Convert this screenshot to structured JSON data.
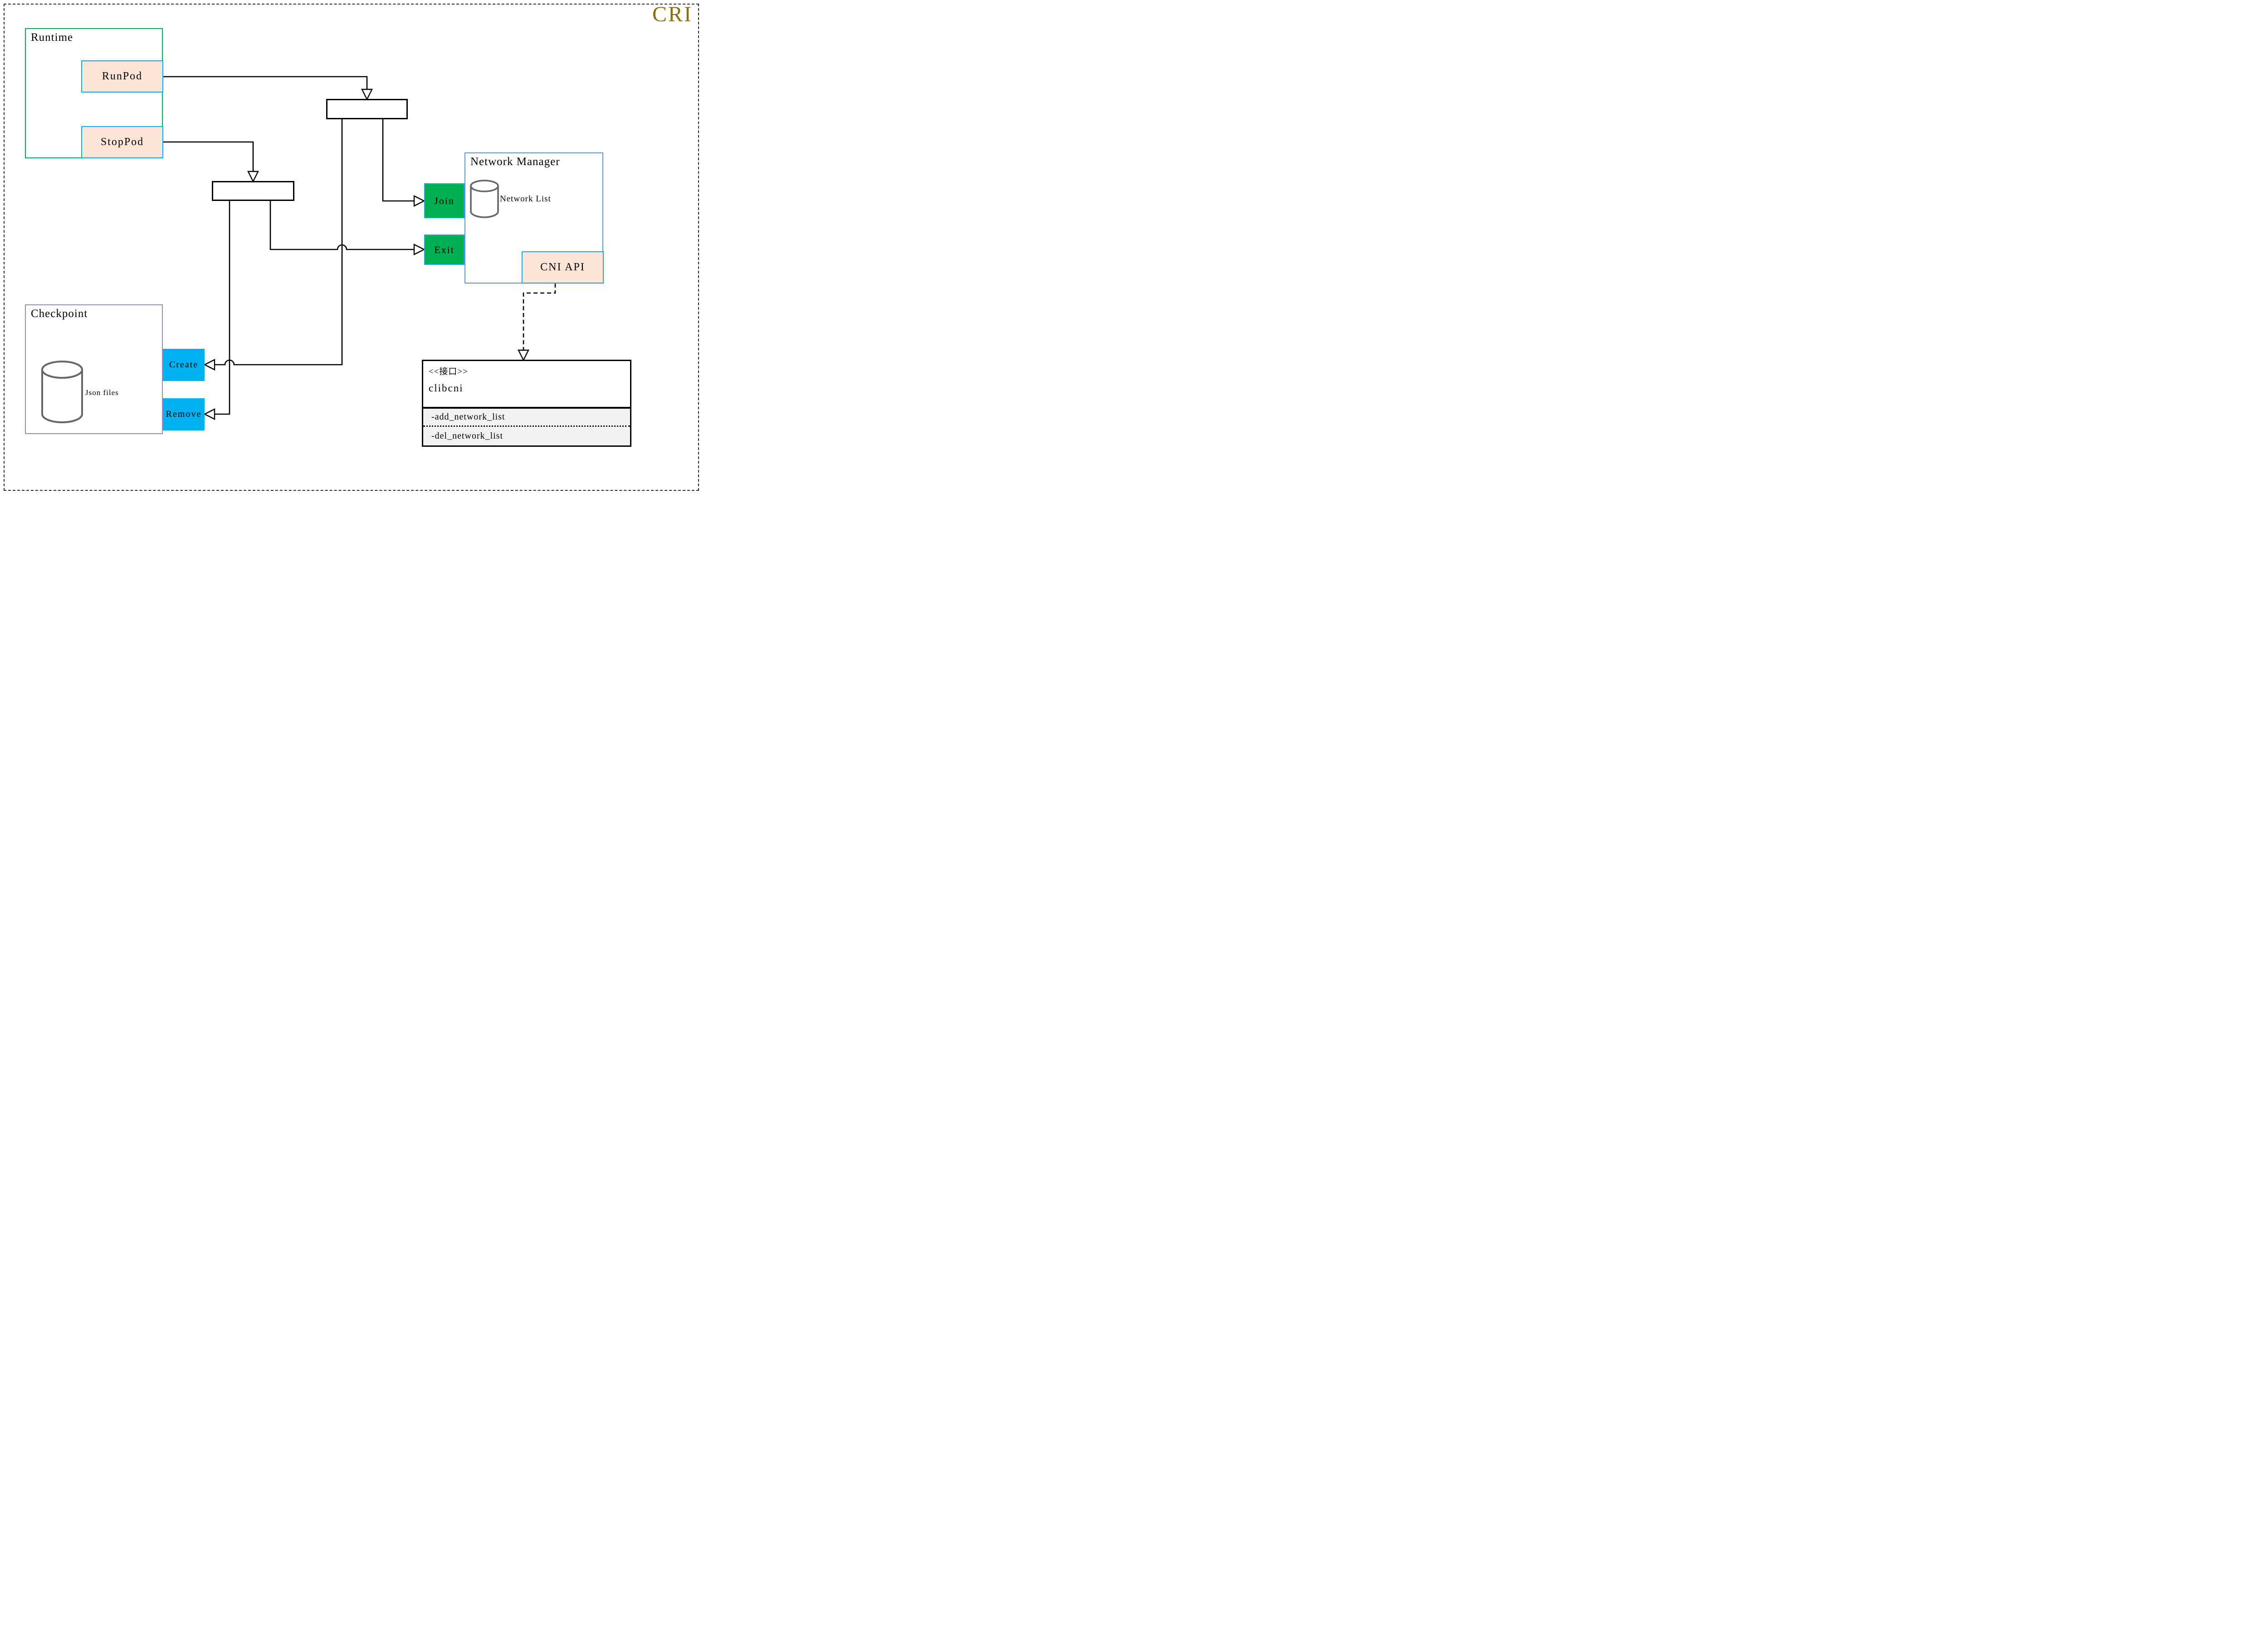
{
  "title": "CRI",
  "runtime": {
    "label": "Runtime",
    "runpod": "RunPod",
    "stoppod": "StopPod"
  },
  "network_manager": {
    "label": "Network Manager",
    "network_list": "Network List",
    "join": "Join",
    "exit": "Exit",
    "cni_api": "CNI API"
  },
  "checkpoint": {
    "label": "Checkpoint",
    "json_files": "Json files",
    "create": "Create",
    "remove": "Remove"
  },
  "interface": {
    "stereotype": "<<接口>>",
    "name": "clibcni",
    "methods": [
      "-add_network_list",
      "-del_network_list"
    ]
  },
  "icons": {
    "network_list_icon": "database-cylinder-icon",
    "json_files_icon": "database-cylinder-icon"
  },
  "colors": {
    "title": "#8A7010",
    "runtime_border": "#00B050",
    "checkpoint_border": "#9B8BC4",
    "network_manager_border": "#5B9BD5",
    "action_fill_peach": "#FCE4D6",
    "action_border_cyan": "#00B0F0",
    "join_exit_fill": "#00B050",
    "create_remove_fill": "#00B0F0",
    "uml_methods_bg": "#F2F2F2",
    "cylinder_stroke": "#666666",
    "wire": "#000000"
  }
}
